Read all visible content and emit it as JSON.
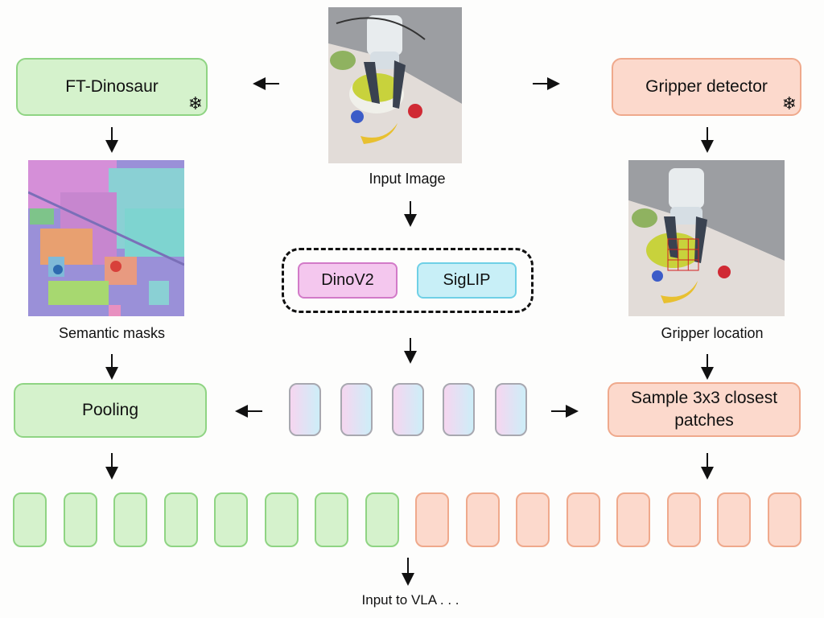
{
  "diagram": {
    "left_branch": {
      "model_label": "FT-Dinosaur",
      "model_icon": "snowflake-icon",
      "output_caption": "Semantic masks",
      "process_label": "Pooling"
    },
    "center": {
      "input_caption": "Input Image",
      "encoders": [
        "DinoV2",
        "SigLIP"
      ],
      "token_count": 5
    },
    "right_branch": {
      "model_label": "Gripper detector",
      "model_icon": "snowflake-icon",
      "output_caption": "Gripper location",
      "process_label": "Sample 3x3 closest patches"
    },
    "output_tokens": {
      "green_count": 8,
      "orange_count": 8
    },
    "final_caption": "Input to VLA . . .",
    "snowflake_glyph": "❄",
    "colors": {
      "green_fill": "#d5f2cc",
      "green_border": "#8fd483",
      "orange_fill": "#fcd9cc",
      "orange_border": "#efa98c",
      "dino_fill": "#f4c7ee",
      "siglip_fill": "#c8eff7"
    }
  }
}
